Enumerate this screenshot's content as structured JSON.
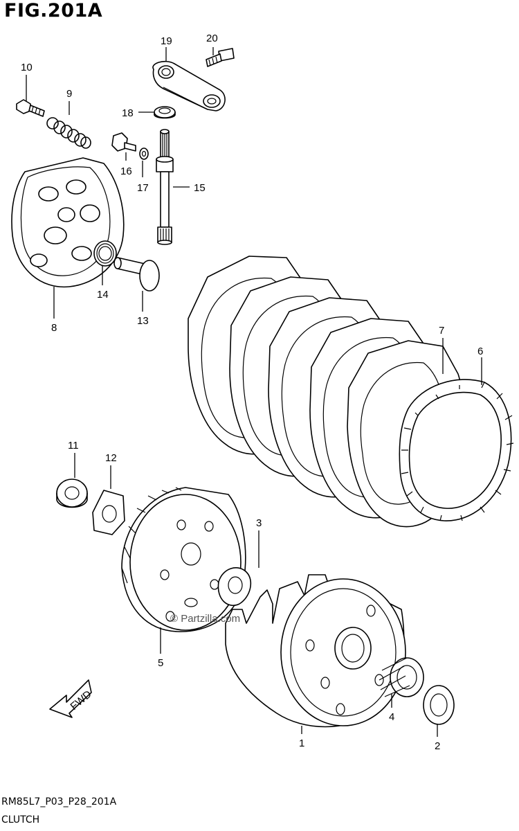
{
  "figure": {
    "title": "FIG.201A",
    "code": "RM85L7_P03_P28_201A",
    "name": "CLUTCH",
    "watermark": "© Partzilla.com",
    "direction_label": "FWD"
  },
  "callouts": {
    "c1": "1",
    "c2": "2",
    "c3": "3",
    "c4": "4",
    "c5": "5",
    "c6": "6",
    "c7": "7",
    "c8": "8",
    "c9": "9",
    "c10": "10",
    "c11": "11",
    "c12": "12",
    "c13": "13",
    "c14": "14",
    "c15": "15",
    "c16": "16",
    "c17": "17",
    "c18": "18",
    "c19": "19",
    "c20": "20"
  },
  "icons": {
    "direction_arrow": "fwd-arrow-icon"
  }
}
